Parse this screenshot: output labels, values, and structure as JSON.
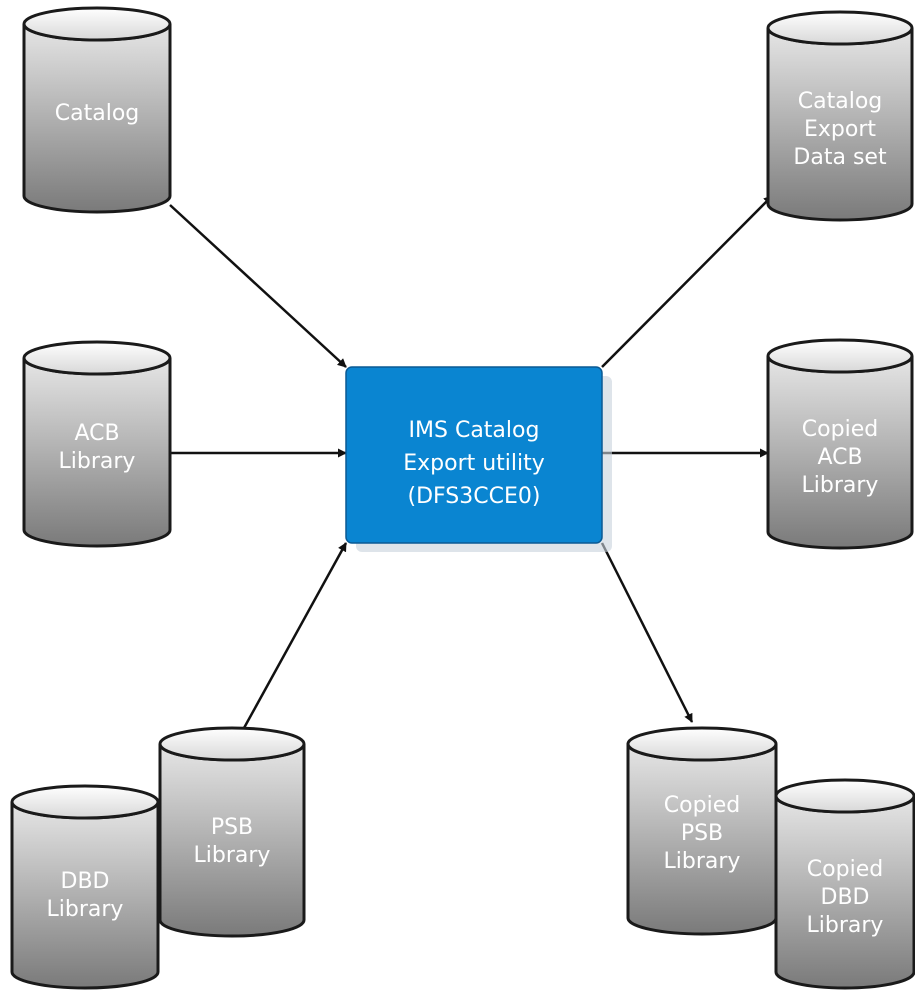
{
  "colors": {
    "process_fill": "#0a85d1",
    "process_stroke": "#0a5a94",
    "cylinder_stroke": "#1a1a1a",
    "cylinder_light": "#e6e6e6",
    "cylinder_dark": "#7a7a7a",
    "arrow": "#111111"
  },
  "process": {
    "name": "IMS Catalog Export utility (DFS3CCE0)",
    "lines": [
      "IMS Catalog",
      "Export utility",
      "(DFS3CCE0)"
    ]
  },
  "inputs": [
    {
      "id": "catalog",
      "lines": [
        "Catalog"
      ]
    },
    {
      "id": "acb-library",
      "lines": [
        "ACB",
        "Library"
      ]
    },
    {
      "id": "dbd-library",
      "lines": [
        "DBD",
        "Library"
      ]
    },
    {
      "id": "psb-library",
      "lines": [
        "PSB",
        "Library"
      ]
    }
  ],
  "outputs": [
    {
      "id": "catalog-export-data-set",
      "lines": [
        "Catalog",
        "Export",
        "Data set"
      ]
    },
    {
      "id": "copied-acb-library",
      "lines": [
        "Copied",
        "ACB",
        "Library"
      ]
    },
    {
      "id": "copied-psb-library",
      "lines": [
        "Copied",
        "PSB",
        "Library"
      ]
    },
    {
      "id": "copied-dbd-library",
      "lines": [
        "Copied",
        "DBD",
        "Library"
      ]
    }
  ],
  "edges": [
    {
      "from": "catalog",
      "to": "process"
    },
    {
      "from": "acb-library",
      "to": "process"
    },
    {
      "from": "psb-library",
      "to": "process"
    },
    {
      "from": "process",
      "to": "catalog-export-data-set"
    },
    {
      "from": "process",
      "to": "copied-acb-library"
    },
    {
      "from": "process",
      "to": "copied-psb-library"
    }
  ]
}
